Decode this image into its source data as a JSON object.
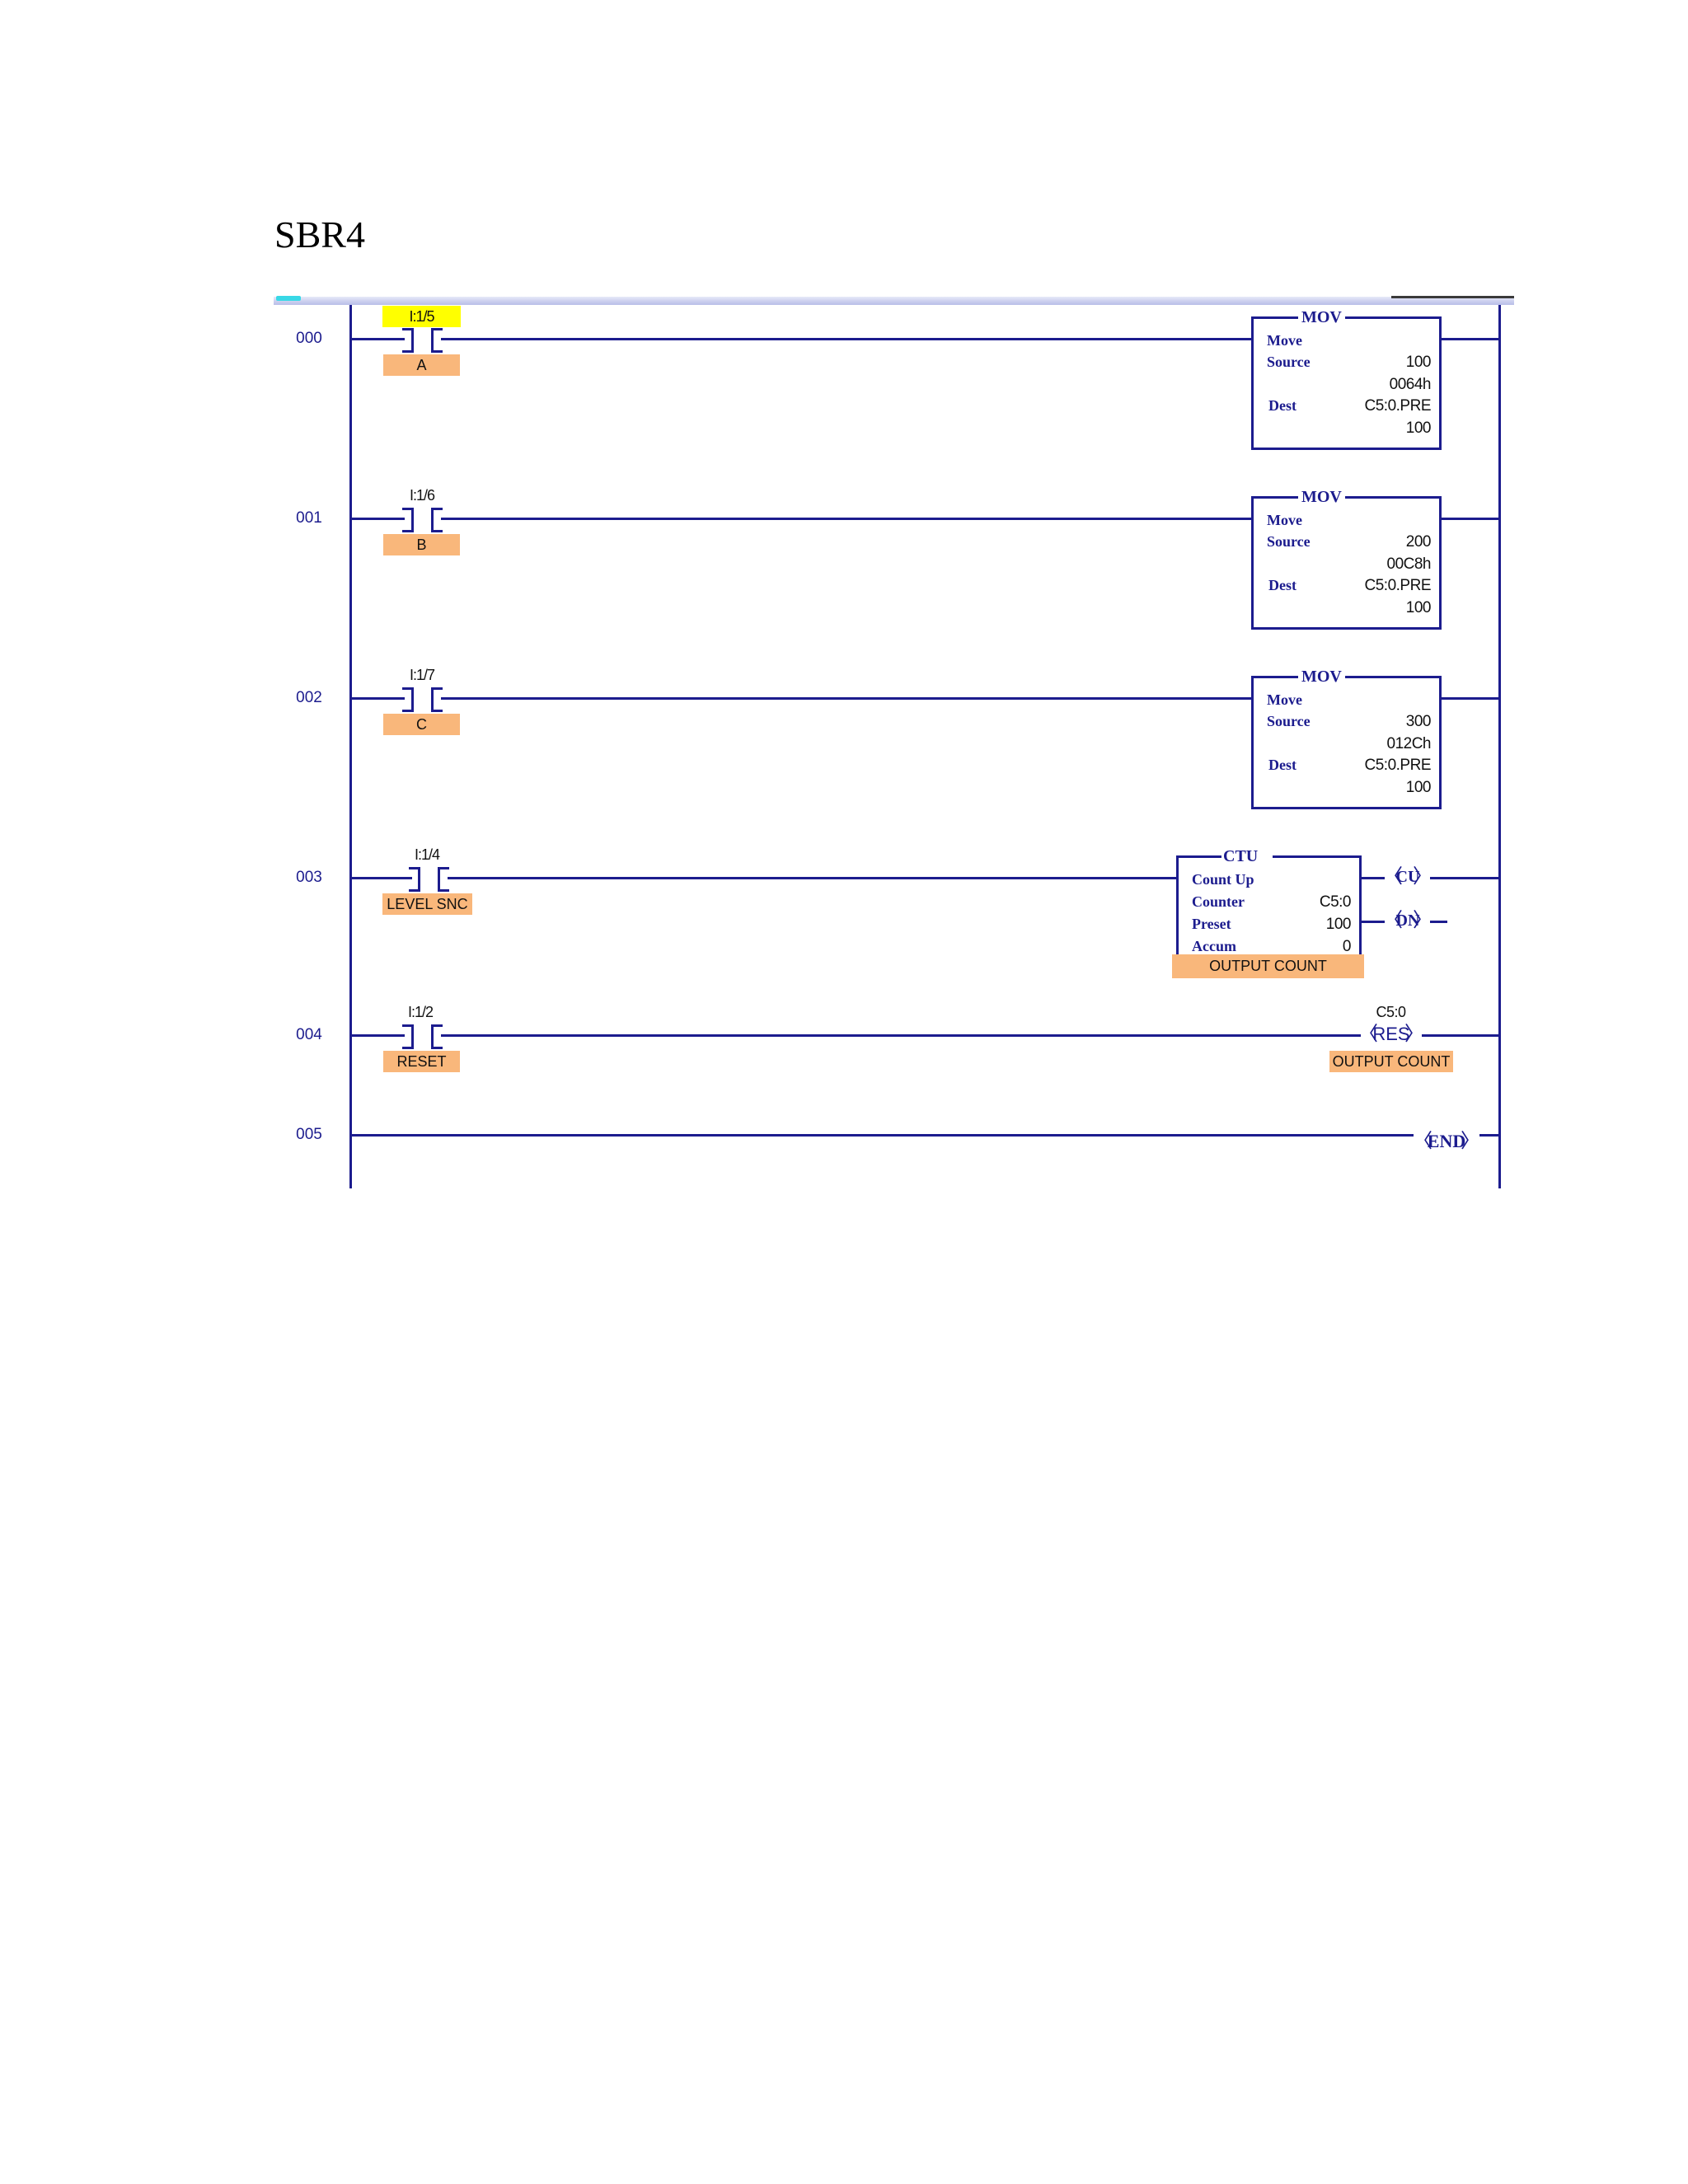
{
  "page": {
    "title": "SBR4"
  },
  "colors": {
    "ladder_line": "#1c1c8e",
    "tag_fill": "#f9b77b",
    "highlight_fill": "#ffff00"
  },
  "rungs": [
    {
      "number": "000",
      "contact": {
        "address": "I:1/5",
        "tag": "A",
        "highlighted": true,
        "type": "XIC"
      },
      "instruction": {
        "type": "MOV",
        "title": "MOV",
        "description": "Move",
        "source_label": "Source",
        "source_value": "100",
        "source_hex": "0064h",
        "dest_label": "Dest",
        "dest_address": "C5:0.PRE",
        "dest_value": "100"
      }
    },
    {
      "number": "001",
      "contact": {
        "address": "I:1/6",
        "tag": "B",
        "highlighted": false,
        "type": "XIC"
      },
      "instruction": {
        "type": "MOV",
        "title": "MOV",
        "description": "Move",
        "source_label": "Source",
        "source_value": "200",
        "source_hex": "00C8h",
        "dest_label": "Dest",
        "dest_address": "C5:0.PRE",
        "dest_value": "100"
      }
    },
    {
      "number": "002",
      "contact": {
        "address": "I:1/7",
        "tag": "C",
        "highlighted": false,
        "type": "XIC"
      },
      "instruction": {
        "type": "MOV",
        "title": "MOV",
        "description": "Move",
        "source_label": "Source",
        "source_value": "300",
        "source_hex": "012Ch",
        "dest_label": "Dest",
        "dest_address": "C5:0.PRE",
        "dest_value": "100"
      }
    },
    {
      "number": "003",
      "contact": {
        "address": "I:1/4",
        "tag": "LEVEL SNC",
        "highlighted": false,
        "type": "XIC"
      },
      "instruction": {
        "type": "CTU",
        "title": "CTU",
        "description": "Count Up",
        "counter_label": "Counter",
        "counter_value": "C5:0",
        "preset_label": "Preset",
        "preset_value": "100",
        "accum_label": "Accum",
        "accum_value": "0",
        "tag": "OUTPUT COUNT",
        "outputs": [
          "CU",
          "DN"
        ]
      }
    },
    {
      "number": "004",
      "contact": {
        "address": "I:1/2",
        "tag": "RESET",
        "highlighted": false,
        "type": "XIC"
      },
      "instruction": {
        "type": "RES",
        "label": "RES",
        "address": "C5:0",
        "tag": "OUTPUT COUNT"
      }
    },
    {
      "number": "005",
      "instruction": {
        "type": "END",
        "label": "END"
      }
    }
  ]
}
